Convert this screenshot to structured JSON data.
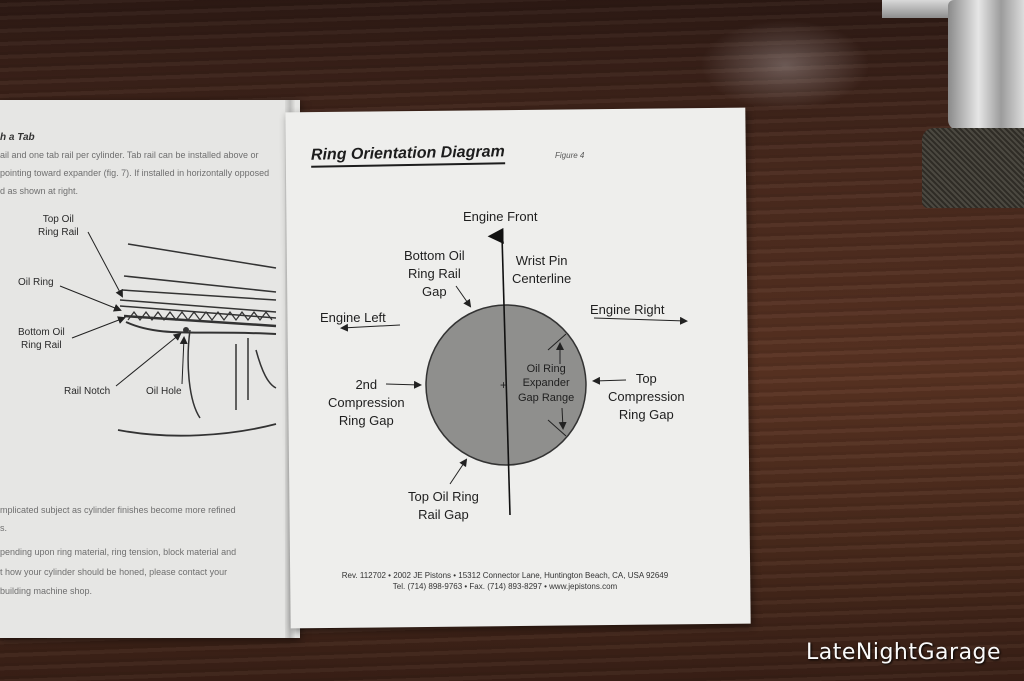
{
  "left_page": {
    "heading": "h a Tab",
    "paragraph_lines": [
      "ail and one tab rail per cylinder. Tab rail can be installed above or",
      "pointing toward expander (fig. 7). If installed in horizontally opposed",
      "d as shown at right."
    ],
    "figure_labels": {
      "top_oil_ring_rail": [
        "Top Oil",
        "Ring Rail"
      ],
      "oil_ring": "Oil Ring",
      "bottom_oil_ring_rail": [
        "Bottom Oil",
        "Ring Rail"
      ],
      "rail_notch": "Rail Notch",
      "oil_hole": "Oil Hole"
    },
    "bottom_lines": [
      "mplicated subject as cylinder finishes become more refined",
      "s.",
      "pending upon ring material, ring tension, block material and",
      "t how your cylinder should be honed, please contact your",
      "building machine shop."
    ]
  },
  "right_page": {
    "title": "Ring Orientation Diagram",
    "figure_ref": "Figure 4",
    "labels": {
      "engine_front": "Engine Front",
      "wrist_pin": [
        "Wrist Pin",
        "Centerline"
      ],
      "bottom_oil_ring_rail_gap": [
        "Bottom Oil",
        "Ring Rail",
        "Gap"
      ],
      "engine_left": "Engine Left",
      "engine_right": "Engine Right",
      "second_compression": [
        "2nd",
        "Compression",
        "Ring Gap"
      ],
      "top_compression": [
        "Top",
        "Compression",
        "Ring Gap"
      ],
      "oil_ring_expander": [
        "Oil Ring",
        "Expander",
        "Gap Range"
      ],
      "top_oil_ring_rail_gap": [
        "Top Oil Ring",
        "Rail Gap"
      ]
    },
    "footer_lines": [
      "Rev. 112702 • 2002 JE Pistons • 15312 Connector Lane, Huntington Beach, CA, USA 92649",
      "Tel. (714) 898-9763 • Fax. (714) 893-8297 • www.jepistons.com"
    ]
  },
  "watermark": "LateNightGarage",
  "colors": {
    "piston_circle": "#8f8f8d",
    "paper": "#eeeeec",
    "wood": "#4a2a1e"
  }
}
